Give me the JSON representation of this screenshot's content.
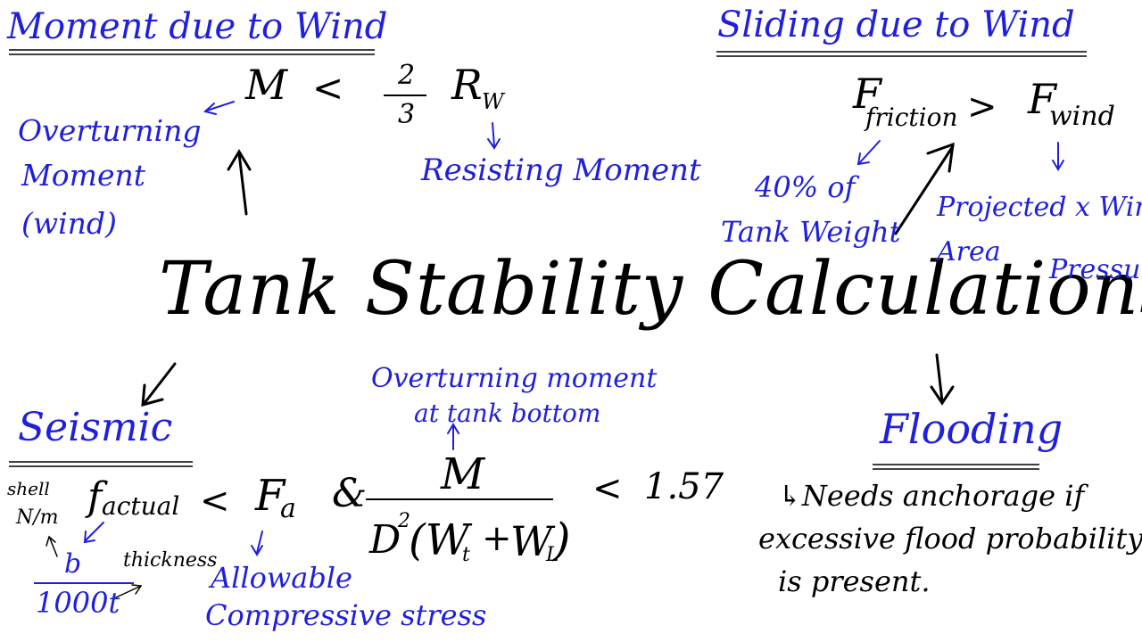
{
  "colors": {
    "ink_black": "#000000",
    "ink_blue": "#1f1fdc",
    "background": "#ffffff"
  },
  "title": "Tank Stability Calculations",
  "moment_wind": {
    "heading": "Moment due to Wind",
    "formula_lhs": "M",
    "formula_op": "<",
    "frac_num": "2",
    "frac_den": "3",
    "formula_rhs": "R",
    "rhs_sub": "W",
    "note_overturning": [
      "Overturning",
      "Moment",
      "(wind)"
    ],
    "note_resisting": "Resisting Moment"
  },
  "sliding_wind": {
    "heading": "Sliding due to Wind",
    "f_left": "F",
    "f_left_sub": "friction",
    "op": ">",
    "f_right": "F",
    "f_right_sub": "wind",
    "note_friction": [
      "40% of",
      "Tank Weight"
    ],
    "note_area": [
      "Projected x Wind",
      "Area"
    ],
    "note_pressure": "Pressure"
  },
  "seismic": {
    "heading": "Seismic",
    "f_actual": "f",
    "f_actual_sub": "actual",
    "op1": "<",
    "f_allow": "F",
    "f_allow_sub": "a",
    "amp": "&",
    "frac_num": "M",
    "frac_den_main": "D",
    "frac_den_exp": "2",
    "frac_den_rest": "(W",
    "wt_sub": "t",
    "plus": "+",
    "wl": "W",
    "wl_sub": "L",
    "close": ")",
    "op2": "<",
    "limit": "1.57",
    "note_overturning": [
      "Overturning moment",
      "at tank bottom"
    ],
    "note_shell": [
      "shell",
      "N/m"
    ],
    "small_frac_num": "b",
    "small_frac_den": "1000t",
    "note_thickness": "thickness",
    "note_allowable": [
      "Allowable",
      "Compressive stress"
    ]
  },
  "flooding": {
    "heading": "Flooding",
    "note": [
      "↳Needs anchorage if",
      "excessive flood probability",
      "is present."
    ]
  }
}
